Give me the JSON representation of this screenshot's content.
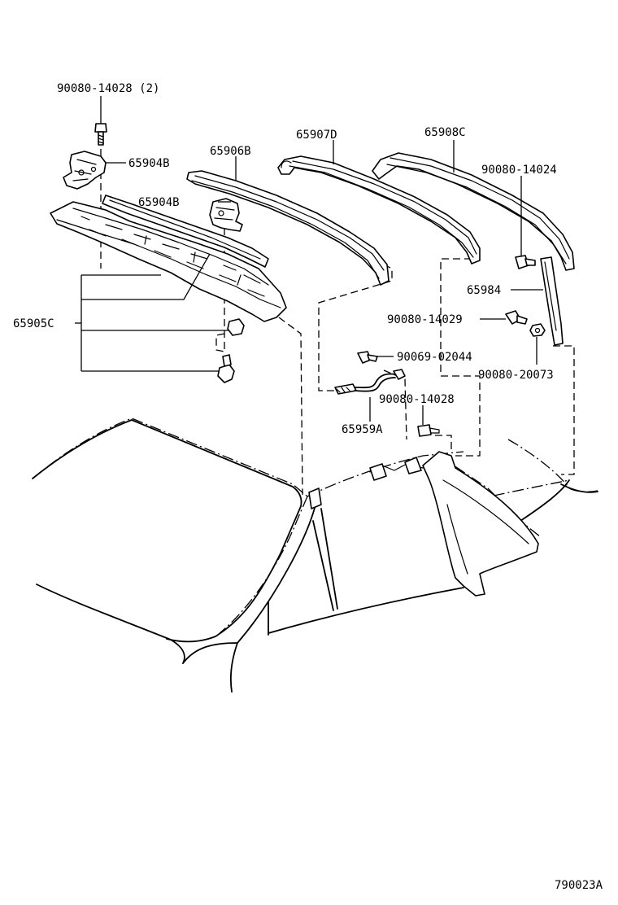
{
  "callouts": {
    "bolt_top_left": "90080-14028 (2)",
    "hinge_upper": "65904B",
    "hinge_lower": "65904B",
    "rail_front": "65906B",
    "rail_middle": "65907D",
    "rail_rear": "65908C",
    "bolt_rear_top": "90080-14024",
    "bracket_rear": "65984",
    "bolt_rear_mid": "90080-14029",
    "nut_rear": "90080-20073",
    "bolt_cable": "90069-02044",
    "bolt_cable_lower": "90080-14028",
    "cable": "65959A",
    "header_panel": "65905C"
  },
  "figure_number": "790023A"
}
